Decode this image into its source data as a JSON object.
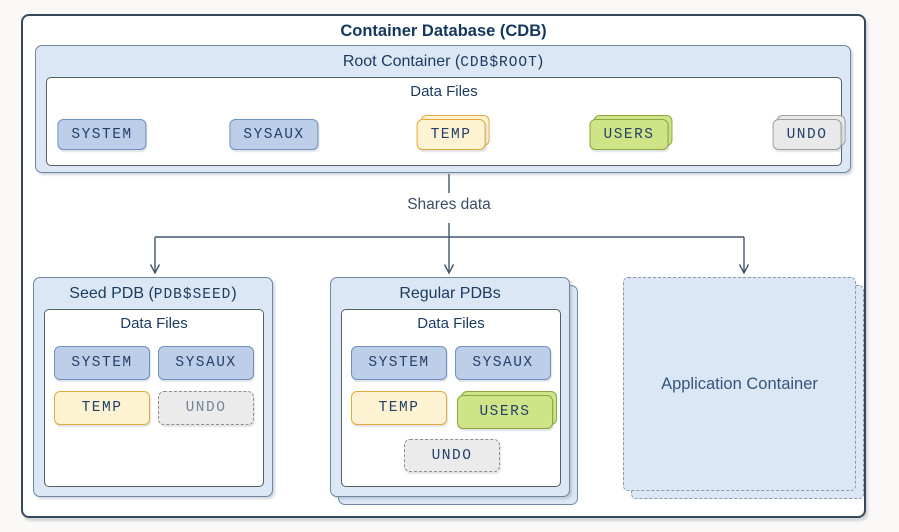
{
  "diagram": {
    "cdb_title": "Container Database (CDB)",
    "root": {
      "title_prefix": "Root Container (",
      "title_code": "CDB$ROOT",
      "title_suffix": ")",
      "data_files_label": "Data Files",
      "tablespaces": [
        "SYSTEM",
        "SYSAUX",
        "TEMP",
        "USERS",
        "UNDO"
      ]
    },
    "edge_label": "Shares data",
    "seed_pdb": {
      "title_prefix": "Seed PDB (",
      "title_code": "PDB$SEED",
      "title_suffix": ")",
      "data_files_label": "Data Files",
      "tablespaces": [
        "SYSTEM",
        "SYSAUX",
        "TEMP",
        "UNDO"
      ]
    },
    "regular_pdbs": {
      "title": "Regular PDBs",
      "data_files_label": "Data Files",
      "tablespaces": [
        "SYSTEM",
        "SYSAUX",
        "TEMP",
        "USERS",
        "UNDO"
      ]
    },
    "app_container": {
      "title": "Application Container"
    },
    "colors": {
      "blue_fill": "#bccee8",
      "blue_stroke": "#7090c0",
      "yellow_fill": "#fdf2d2",
      "yellow_stroke": "#e2a93f",
      "green_fill": "#cfe487",
      "green_stroke": "#8aa73e",
      "gray_fill": "#e9e9e9",
      "gray_stroke": "#9e9e9e",
      "container_fill": "#dbe7f5",
      "container_stroke": "#6f86a0",
      "outer_stroke": "#36485c",
      "arrow": "#44576a",
      "heading_text": "#14375e"
    }
  }
}
